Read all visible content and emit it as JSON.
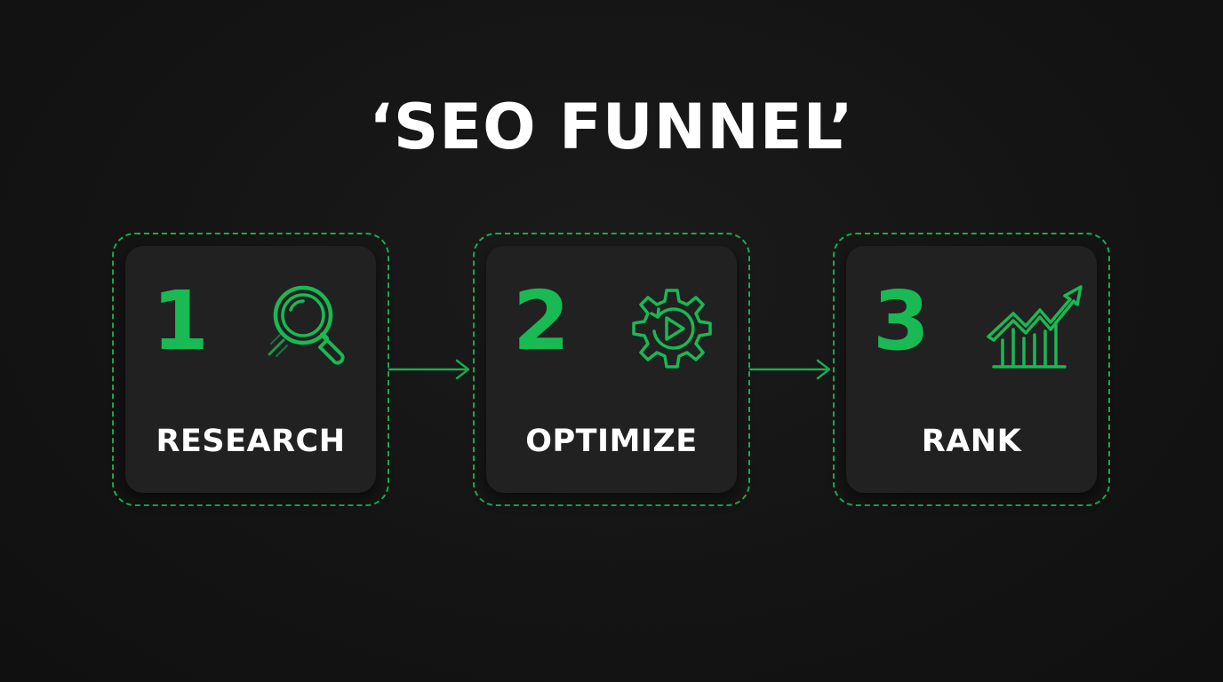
{
  "title": "‘SEO FUNNEL’",
  "colors": {
    "background": "#121212",
    "card": "#212121",
    "accent": "#19b954",
    "dashed_border": "#1fa750",
    "text": "#ffffff"
  },
  "steps": [
    {
      "number": "1",
      "label": "RESEARCH",
      "icon": "magnifying-glass-icon"
    },
    {
      "number": "2",
      "label": "OPTIMIZE",
      "icon": "gear-play-icon"
    },
    {
      "number": "3",
      "label": "RANK",
      "icon": "trending-chart-icon"
    }
  ]
}
